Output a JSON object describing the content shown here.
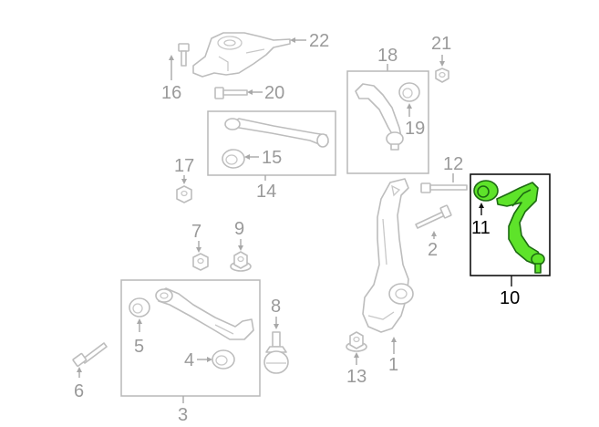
{
  "diagram": {
    "colors": {
      "highlight_fill": "#5ee32a",
      "highlight_stroke": "#1d6b12",
      "line_gray": "#bdbdbd",
      "label_gray": "#9a9a9a",
      "label_highlight": "#000000"
    },
    "callouts": {
      "c1": "1",
      "c2": "2",
      "c3": "3",
      "c4": "4",
      "c5": "5",
      "c6": "6",
      "c7": "7",
      "c8": "8",
      "c9": "9",
      "c10": "10",
      "c11": "11",
      "c12": "12",
      "c13": "13",
      "c14": "14",
      "c15": "15",
      "c16": "16",
      "c17": "17",
      "c18": "18",
      "c19": "19",
      "c20": "20",
      "c21": "21",
      "c22": "22"
    },
    "highlighted_parts": [
      "10",
      "11"
    ]
  }
}
